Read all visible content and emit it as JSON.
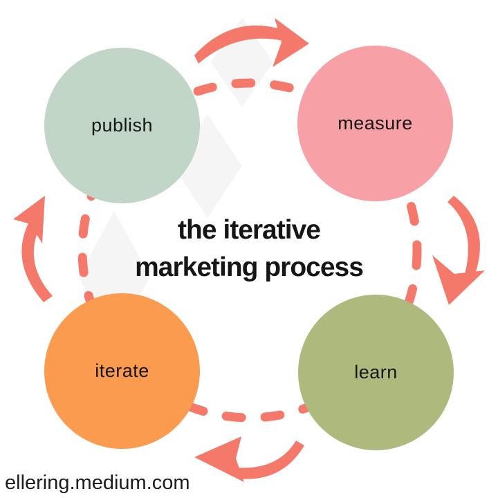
{
  "title": {
    "line1": "the iterative",
    "line2": "marketing process"
  },
  "watermark": "ellering.medium.com",
  "diagram": {
    "type": "cycle",
    "direction": "clockwise",
    "center_label": "the iterative marketing process",
    "steps": [
      {
        "label": "publish",
        "position": "top-left",
        "color": "#c2d6c8"
      },
      {
        "label": "measure",
        "position": "top-right",
        "color": "#f7a0a5"
      },
      {
        "label": "learn",
        "position": "bottom-right",
        "color": "#aeb97d"
      },
      {
        "label": "iterate",
        "position": "bottom-left",
        "color": "#fa9b50"
      }
    ],
    "arrows": [
      {
        "from": "publish",
        "to": "measure",
        "position": "top",
        "direction": "right"
      },
      {
        "from": "measure",
        "to": "learn",
        "position": "right",
        "direction": "down"
      },
      {
        "from": "learn",
        "to": "iterate",
        "position": "bottom",
        "direction": "left"
      },
      {
        "from": "iterate",
        "to": "publish",
        "position": "left",
        "direction": "up"
      }
    ],
    "connector": {
      "style": "dashed-ring",
      "color": "#f5796b"
    },
    "text_color": "#161616",
    "background_color": "#ffffff"
  }
}
